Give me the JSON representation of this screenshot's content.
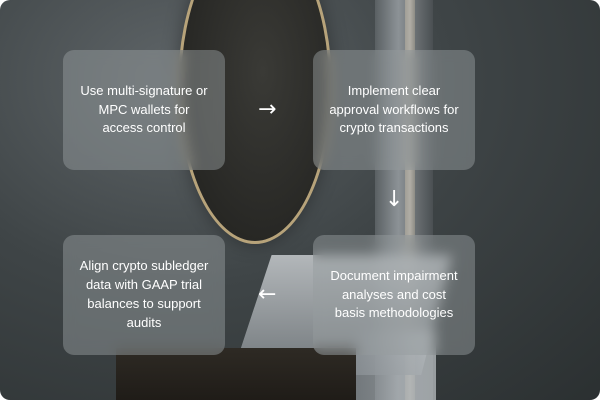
{
  "steps": [
    {
      "text": "Use multi-signature or MPC wallets for access control"
    },
    {
      "text": "Implement clear approval workflows for crypto transactions"
    },
    {
      "text": "Document impairment analyses and cost basis methodologies"
    },
    {
      "text": "Align crypto subledger data with GAAP trial balances to support audits"
    }
  ],
  "arrows": {
    "right": "→",
    "down": "↓",
    "left": "←"
  }
}
